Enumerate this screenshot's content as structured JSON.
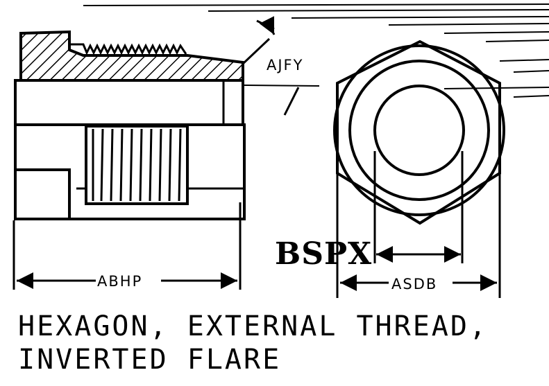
{
  "dimensions": {
    "wall_thickness": "AJFY",
    "overall_length": "ABHP",
    "across_flats": "ASDB",
    "thread_diameter": "BSPX"
  },
  "caption": {
    "line1": "HEXAGON, EXTERNAL THREAD,",
    "line2": "INVERTED FLARE"
  }
}
